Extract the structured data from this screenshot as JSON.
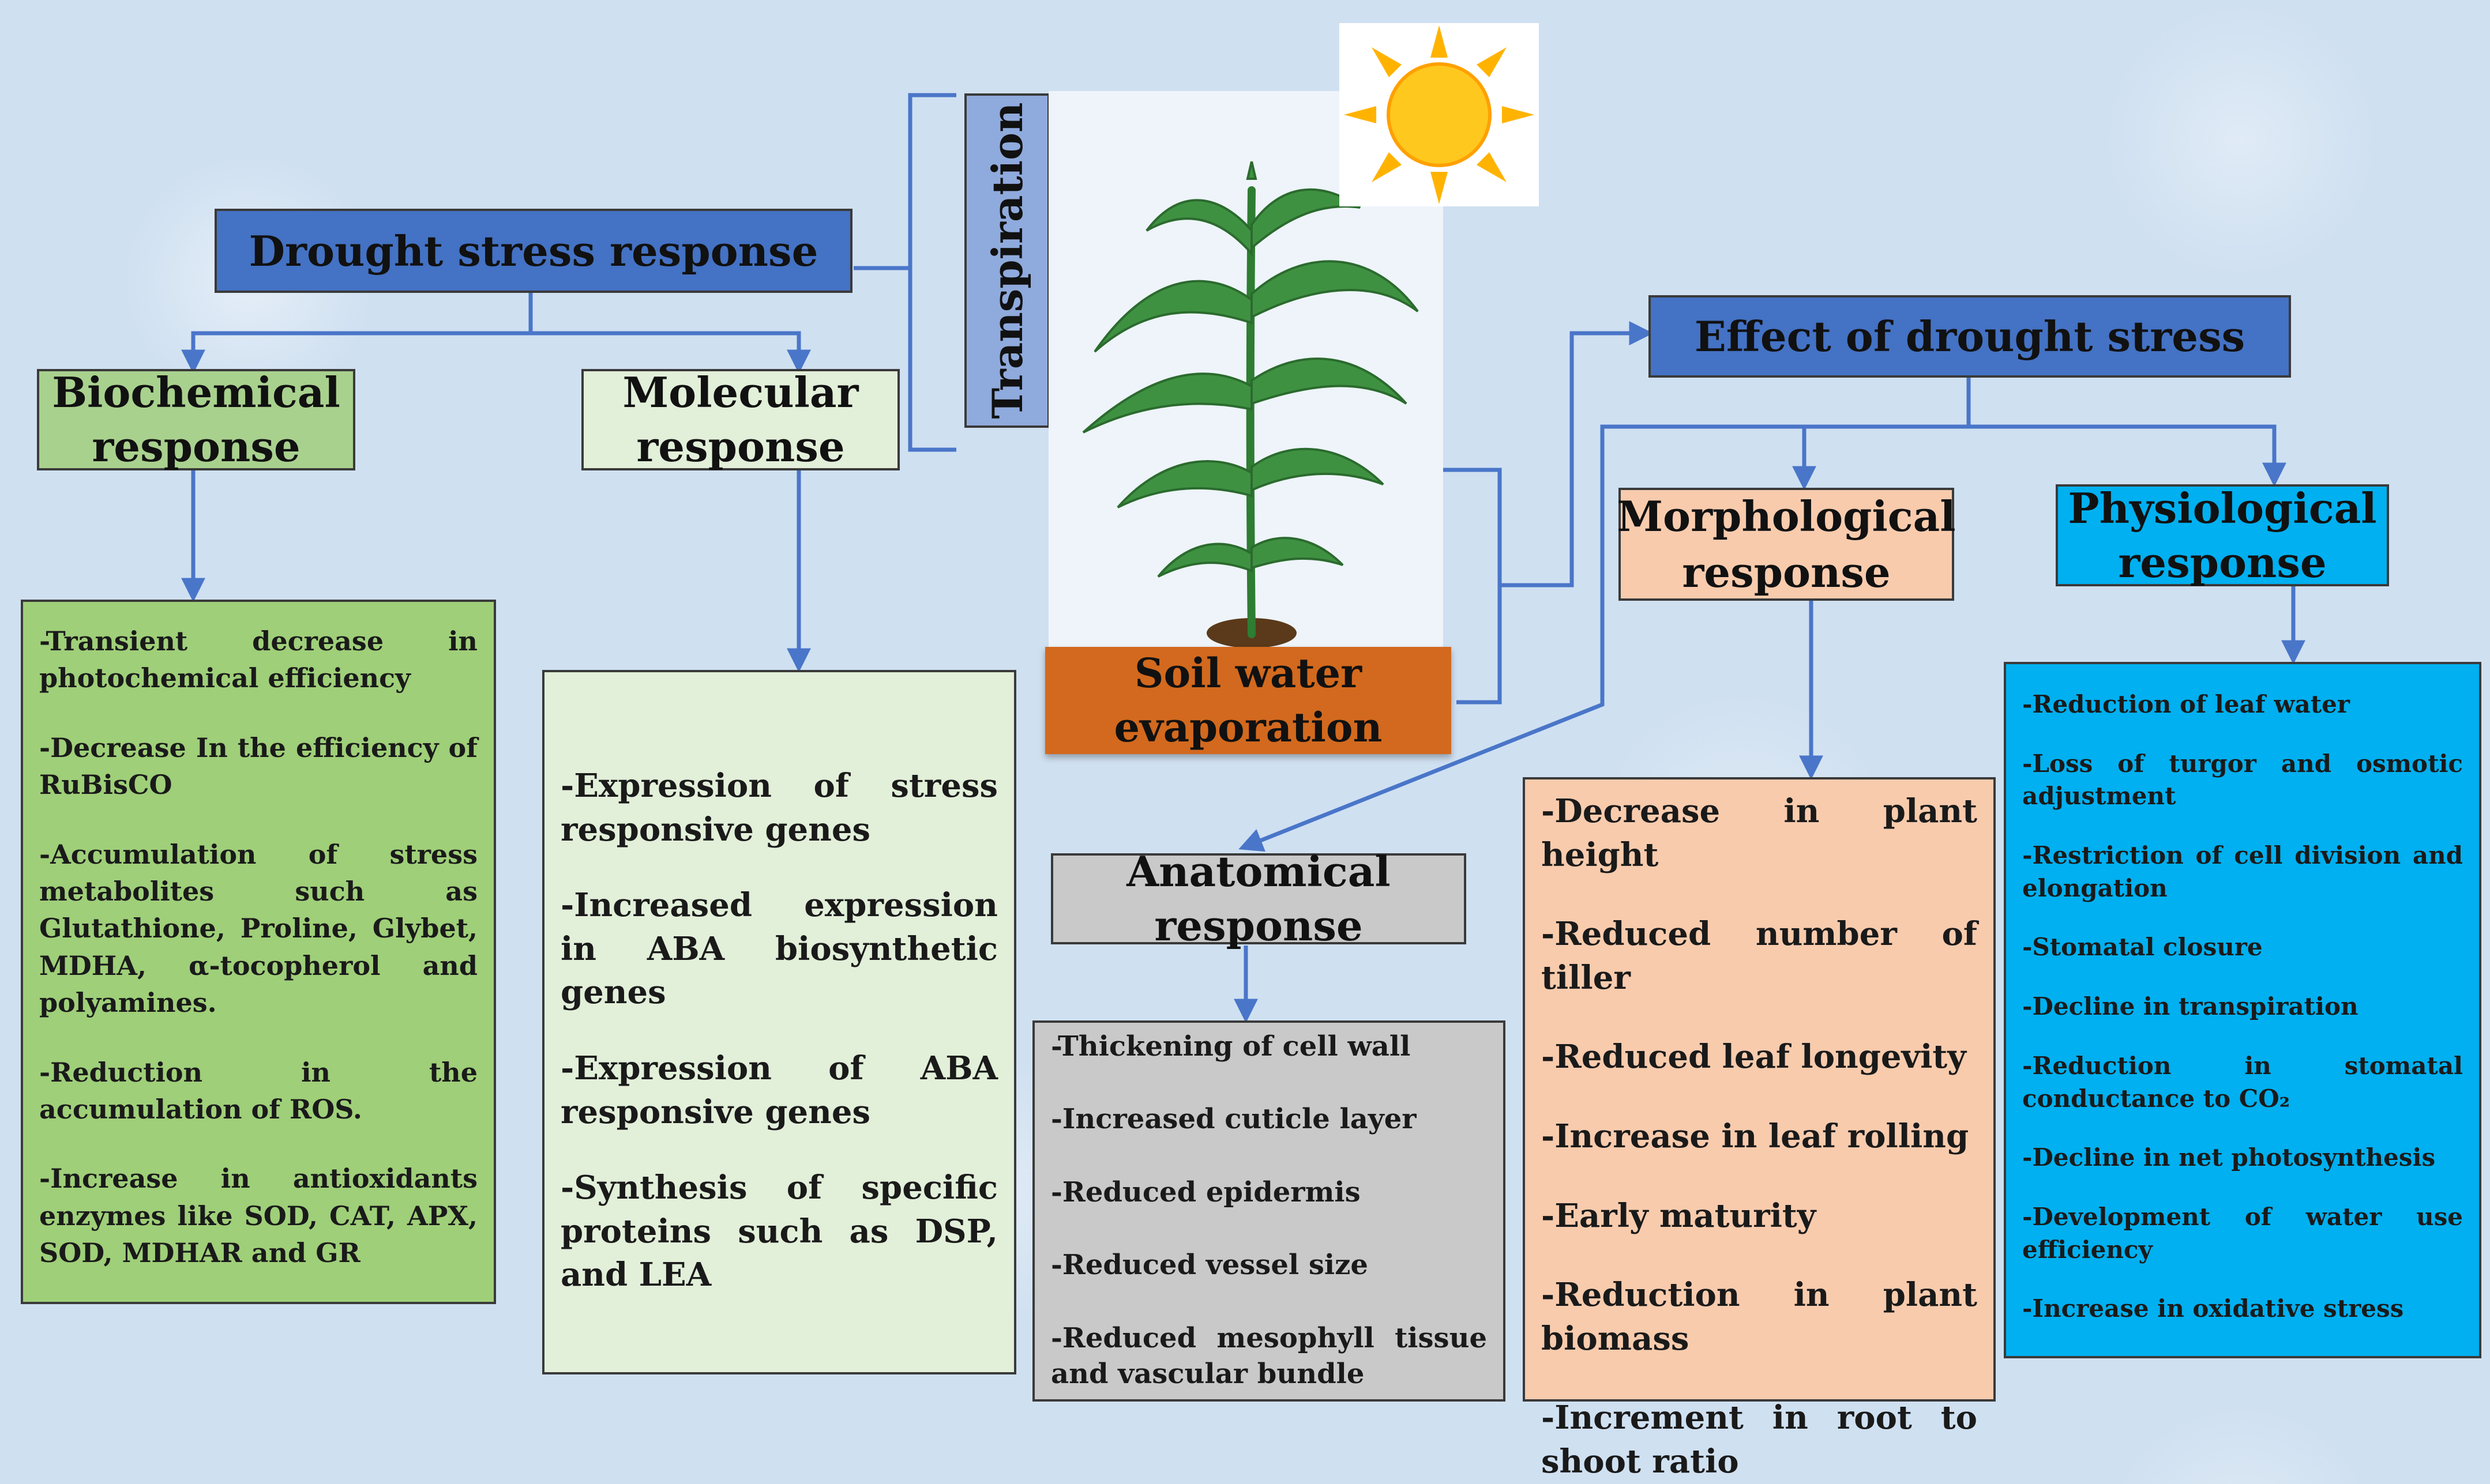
{
  "colors": {
    "blue_header": "#4472c4",
    "light_green": "#a9d18e",
    "green_list": "#9fcf79",
    "pale_green": "#e2efd9",
    "light_blue": "#8faadc",
    "orange": "#d2691e",
    "peach": "#f8cbad",
    "gray": "#c9c9c9",
    "cyan": "#00b0f0",
    "connector": "#4a76c9"
  },
  "drought_stress_response": {
    "label": "Drought stress response"
  },
  "biochemical": {
    "title": "Biochemical response",
    "items": [
      "-Transient decrease in photochemical efficiency",
      "-Decrease In the efficiency of RuBisCO",
      "-Accumulation of stress metabolites such as Glutathione, Proline, Glybet, MDHA, α-tocopherol and polyamines.",
      "-Reduction in the accumulation of ROS.",
      "-Increase in antioxidants enzymes like SOD, CAT, APX, SOD, MDHAR and GR"
    ]
  },
  "molecular": {
    "title": "Molecular response",
    "items": [
      "-Expression of stress responsive genes",
      "-Increased expression in ABA biosynthetic genes",
      "-Expression of ABA responsive genes",
      "-Synthesis of specific proteins such as DSP, and LEA"
    ]
  },
  "transpiration": {
    "label": "Transpiration"
  },
  "sun_icon": "sun-icon",
  "plant_icon": "maize-plant-icon",
  "soil_water_evaporation": {
    "label": "Soil water evaporation"
  },
  "effect_of_drought_stress": {
    "label": "Effect of drought stress"
  },
  "morphological": {
    "title": "Morphological response",
    "items": [
      "-Decrease in plant  height",
      "-Reduced number of tiller",
      "-Reduced leaf longevity",
      "-Increase in leaf rolling",
      "-Early maturity",
      "-Reduction in plant biomass",
      "-Increment in root to shoot ratio"
    ]
  },
  "physiological": {
    "title": "Physiological response",
    "items": [
      "-Reduction of leaf water",
      "-Loss of turgor and osmotic adjustment",
      "-Restriction of cell division and elongation",
      "-Stomatal closure",
      "-Decline in transpiration",
      "-Reduction in stomatal conductance to CO₂",
      "-Decline in net photosynthesis",
      "-Development of water use efficiency",
      "-Increase in oxidative stress"
    ]
  },
  "anatomical": {
    "title": "Anatomical response",
    "items": [
      "-Thickening of cell wall",
      "-Increased cuticle layer",
      "-Reduced epidermis",
      "-Reduced vessel size",
      "-Reduced mesophyll tissue and vascular bundle"
    ]
  }
}
